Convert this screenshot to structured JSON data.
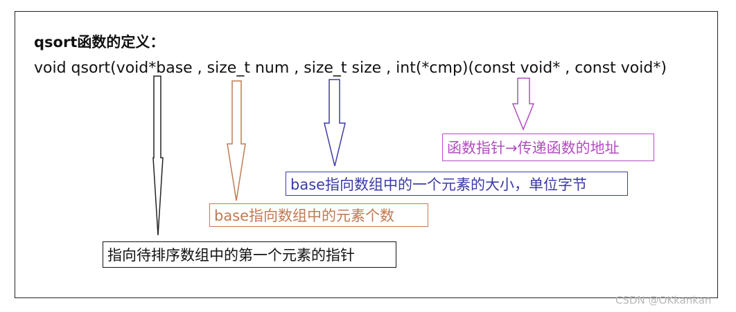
{
  "title": "qsort函数的定义：",
  "signature": "void qsort(void*base , size_t num , size_t size , int(*cmp)(const void* , const void*)",
  "annotations": {
    "function_pointer": "函数指针→传递函数的地址",
    "element_size": "base指向数组中的一个元素的大小，单位字节",
    "element_count": "base指向数组中的元素个数",
    "base_pointer": "指向待排序数组中的第一个元素的指针"
  },
  "colors": {
    "function_pointer": "#b24cc0",
    "element_size": "#3a3aa8",
    "element_count": "#c07a52",
    "base_pointer": "#111111"
  },
  "watermark": "CSDN @OKkankan"
}
